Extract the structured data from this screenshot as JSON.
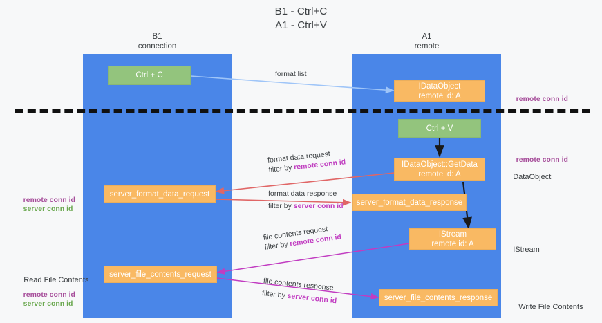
{
  "title": {
    "line1": "B1 - Ctrl+C",
    "line2": "A1 - Ctrl+V"
  },
  "lanes": [
    {
      "id": "b1",
      "name": "B1",
      "role": "connection"
    },
    {
      "id": "a1",
      "name": "A1",
      "role": "remote"
    }
  ],
  "nodes": {
    "ctrl_c": {
      "label": "Ctrl + C",
      "sub": ""
    },
    "idataobject": {
      "label": "IDataObject",
      "sub": "remote id: A"
    },
    "ctrl_v": {
      "label": "Ctrl + V",
      "sub": ""
    },
    "getdata": {
      "label": "IDataObject::GetData",
      "sub": "remote id: A"
    },
    "format_request": {
      "label": "server_format_data_request",
      "sub": ""
    },
    "format_response": {
      "label": "server_format_data_response",
      "sub": ""
    },
    "istream": {
      "label": "IStream",
      "sub": "remote id: A"
    },
    "file_request": {
      "label": "server_file_contents_request",
      "sub": ""
    },
    "file_response": {
      "label": "server_file_contents_response",
      "sub": ""
    }
  },
  "edge_labels": {
    "format_list": {
      "line1": "format list",
      "line2": "",
      "highlight": ""
    },
    "format_data_request": {
      "line1": "format data request",
      "line2_prefix": "filter by ",
      "line2_highlight": "remote conn id"
    },
    "format_data_response": {
      "line1": "format data response",
      "line2_prefix": "filter by ",
      "line2_highlight": "server conn id"
    },
    "file_contents_request": {
      "line1": "file contents request",
      "line2_prefix": "filter by ",
      "line2_highlight": "remote conn id"
    },
    "file_contents_response": {
      "line1": "file contents response",
      "line2_prefix": "filter by ",
      "line2_highlight": "server conn id"
    }
  },
  "annotations": {
    "right_top": "remote conn id",
    "right_middle": "remote conn id",
    "right_dataobject": "DataObject",
    "right_istream": "IStream",
    "right_write": "Write File Contents",
    "left_remote_1": "remote conn id",
    "left_server_1": "server conn id",
    "left_read": "Read File Contents",
    "left_remote_2": "remote conn id",
    "left_server_2": "server conn id"
  },
  "colors": {
    "lane": "#4a86e8",
    "green_node": "#93c47d",
    "orange_node": "#f9b963",
    "background": "#f7f8f9",
    "arrow_blue": "#9fc5f8",
    "arrow_red": "#e06666",
    "arrow_magenta": "#c13cc1",
    "arrow_black": "#1a1a1a",
    "annotation_purple": "#a64d9a",
    "annotation_green": "#6aa84f"
  }
}
